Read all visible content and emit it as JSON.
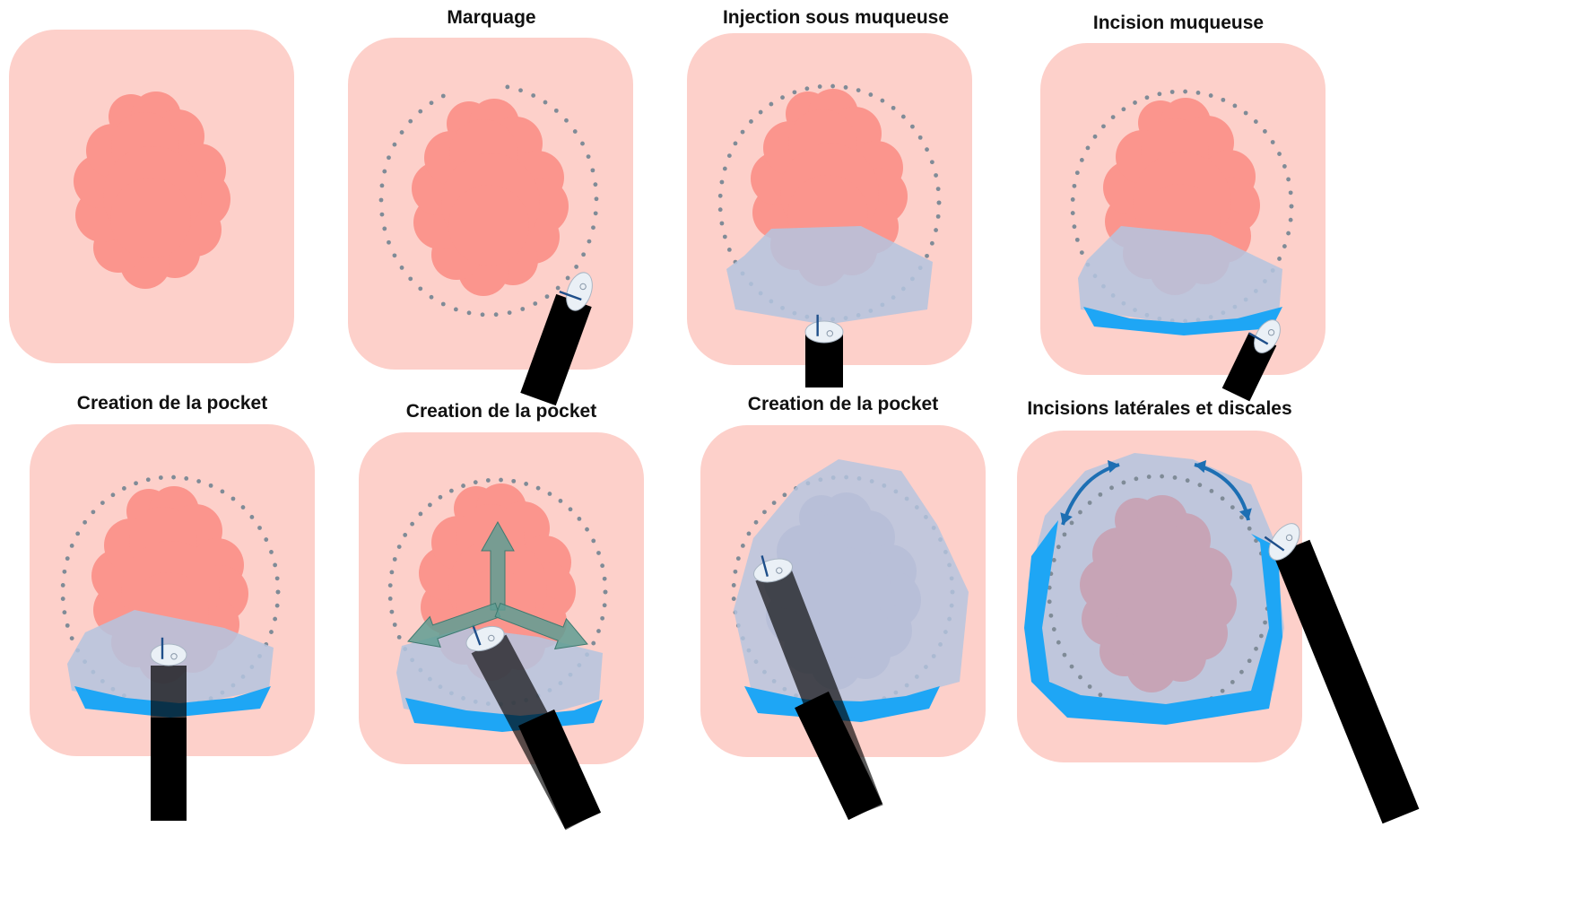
{
  "titles": {
    "panel2": "Marquage",
    "panel3": "Injection sous muqueuse",
    "panel4": "Incision muqueuse",
    "panel5": "Creation de la pocket",
    "panel6": "Creation de la pocket",
    "panel7": "Creation de la pocket",
    "panel8": "Incisions latérales et discales"
  },
  "colors": {
    "mucosa": "#fdd0ca",
    "lesion": "#fb958d",
    "lesion_under_fluid": "#c7a4b6",
    "fluid": "#b4c4df",
    "incision": "#1ea6f5",
    "marking_dots": "#7f8b97",
    "scope": "#000000",
    "cap_light": "#eaf0f6",
    "arrow_force": "#5f9e93",
    "arrow_direction": "#1d6fb3"
  }
}
